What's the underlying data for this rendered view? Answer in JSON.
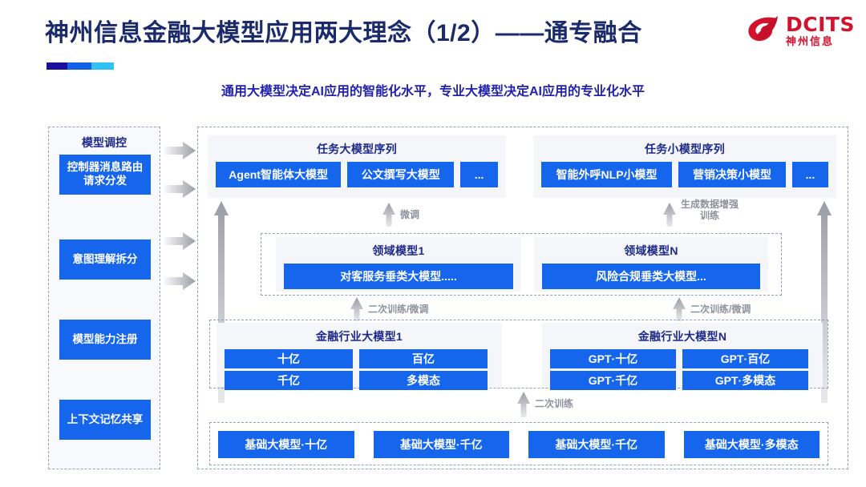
{
  "header": {
    "title": "神州信息金融大模型应用两大理念（1/2）——通专融合",
    "subtitle": "通用大模型决定AI应用的智能化水平，专业大模型决定AI应用的专业化水平",
    "logo_en": "DCITS",
    "logo_cn": "神州信息",
    "accent_colors": [
      "#1a129c",
      "#1261e8",
      "#31c0f2"
    ],
    "title_color": "#1b2a6b",
    "subtitle_color": "#2222b0",
    "logo_color": "#d3132e"
  },
  "left_panel": {
    "title": "模型调控",
    "items": [
      {
        "label": "控制器消息路由请求分发"
      },
      {
        "label": "意图理解拆分"
      },
      {
        "label": "模型能力注册"
      },
      {
        "label": "上下文记忆共享"
      }
    ]
  },
  "diagram": {
    "accent_box_color": "#1565ed",
    "panel_bg": "#f4f6f9",
    "task_groups": [
      {
        "title": "任务大模型序列",
        "boxes": [
          {
            "label": "Agent智能体大模型"
          },
          {
            "label": "公文撰写大模型"
          },
          {
            "label": "..."
          }
        ]
      },
      {
        "title": "任务小模型序列",
        "boxes": [
          {
            "label": "智能外呼NLP小模型"
          },
          {
            "label": "营销决策小模型"
          },
          {
            "label": "..."
          }
        ]
      }
    ],
    "domain_groups": [
      {
        "title": "领域模型1",
        "boxes": [
          {
            "label": "对客服务垂类大模型....."
          }
        ]
      },
      {
        "title": "领域模型N",
        "boxes": [
          {
            "label": "风险合规垂类大模型..."
          }
        ]
      }
    ],
    "industry_groups": [
      {
        "title": "金融行业大模型1",
        "boxes": [
          {
            "label": "十亿"
          },
          {
            "label": "百亿"
          },
          {
            "label": "千亿"
          },
          {
            "label": "多模态"
          }
        ]
      },
      {
        "title": "金融行业大模型N",
        "boxes": [
          {
            "label": "GPT·十亿"
          },
          {
            "label": "GPT·百亿"
          },
          {
            "label": "GPT·千亿"
          },
          {
            "label": "GPT·多模态"
          }
        ]
      }
    ],
    "foundation_boxes": [
      {
        "label": "基础大模型·十亿"
      },
      {
        "label": "基础大模型·千亿"
      },
      {
        "label": "基础大模型·千亿"
      },
      {
        "label": "基础大模型·多模态"
      }
    ],
    "arrow_labels": {
      "finetune": "微调",
      "data_aug": "生成数据增强\n训练",
      "retrain_finetune_left": "二次训练/微调",
      "retrain_finetune_right": "二次训练/微调",
      "retrain": "二次训练"
    }
  }
}
